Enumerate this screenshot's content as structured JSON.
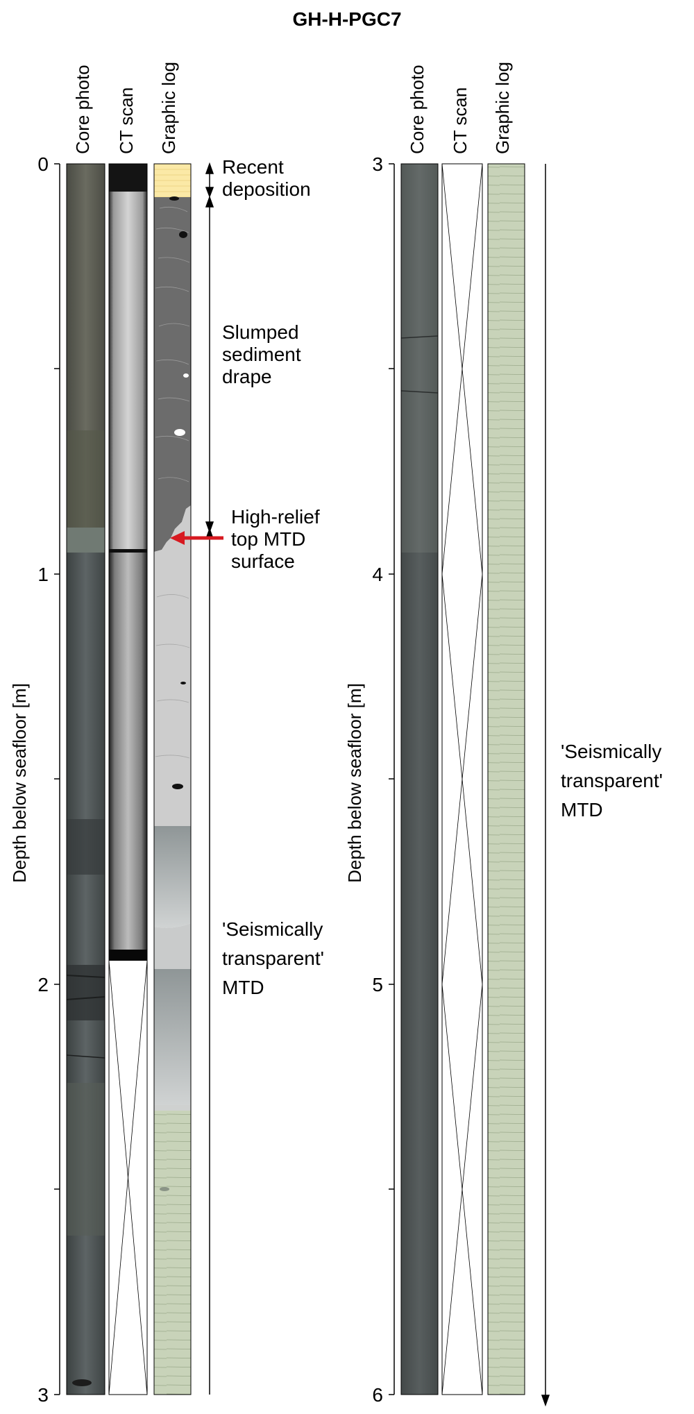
{
  "title": "GH-H-PGC7",
  "column_headers": [
    "Core photo",
    "CT scan",
    "Graphic log"
  ],
  "y_axis_label": "Depth below seafloor [m]",
  "left_panel": {
    "tick_labels": [
      "0",
      "1",
      "2",
      "3"
    ]
  },
  "right_panel": {
    "tick_labels": [
      "3",
      "4",
      "5",
      "6"
    ]
  },
  "annotations": {
    "recent": [
      "Recent",
      "deposition"
    ],
    "slumped": [
      "Slumped",
      "sediment",
      "drape"
    ],
    "surface": [
      "High-relief",
      "top MTD",
      "surface"
    ],
    "mtd_left": [
      "'Seismically",
      "transparent'",
      "MTD"
    ],
    "mtd_right": [
      "'Seismically",
      "transparent'",
      "MTD"
    ]
  },
  "colors": {
    "highlight_arrow": "#d71920",
    "recent_deposition_fill": "#fbe9a6",
    "slumped_drape_fill": "#6c6c6c",
    "mtd_fill": "#cdcdcd",
    "green_mud_fill": "#c8d3b9"
  }
}
